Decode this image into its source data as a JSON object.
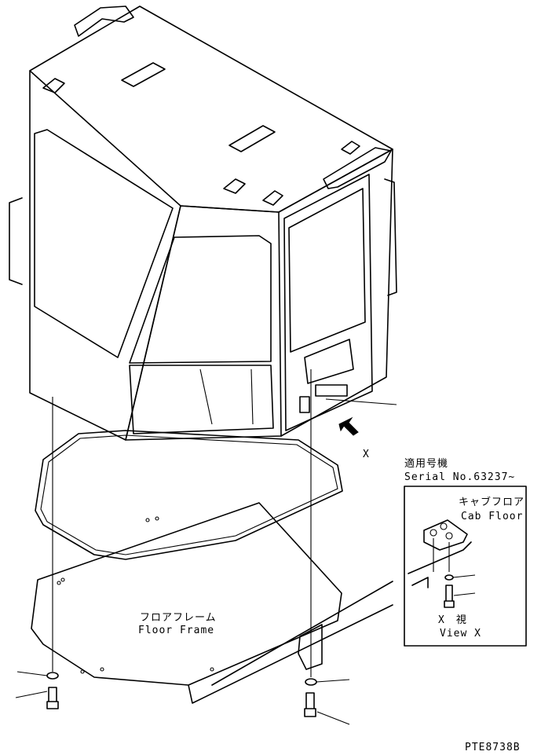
{
  "figure": {
    "label_x": "X",
    "floor_frame_jp": "フロアフレーム",
    "floor_frame_en": "Floor Frame",
    "applicable_jp": "適用号機",
    "serial_text": "Serial No.63237~",
    "cab_floor_jp": "キャブフロア",
    "cab_floor_en": "Cab Floor",
    "view_jp": "X　視",
    "view_en": "View X",
    "drawing_code": "PTE8738B"
  },
  "colors": {
    "line": "#000000",
    "background": "#ffffff"
  }
}
